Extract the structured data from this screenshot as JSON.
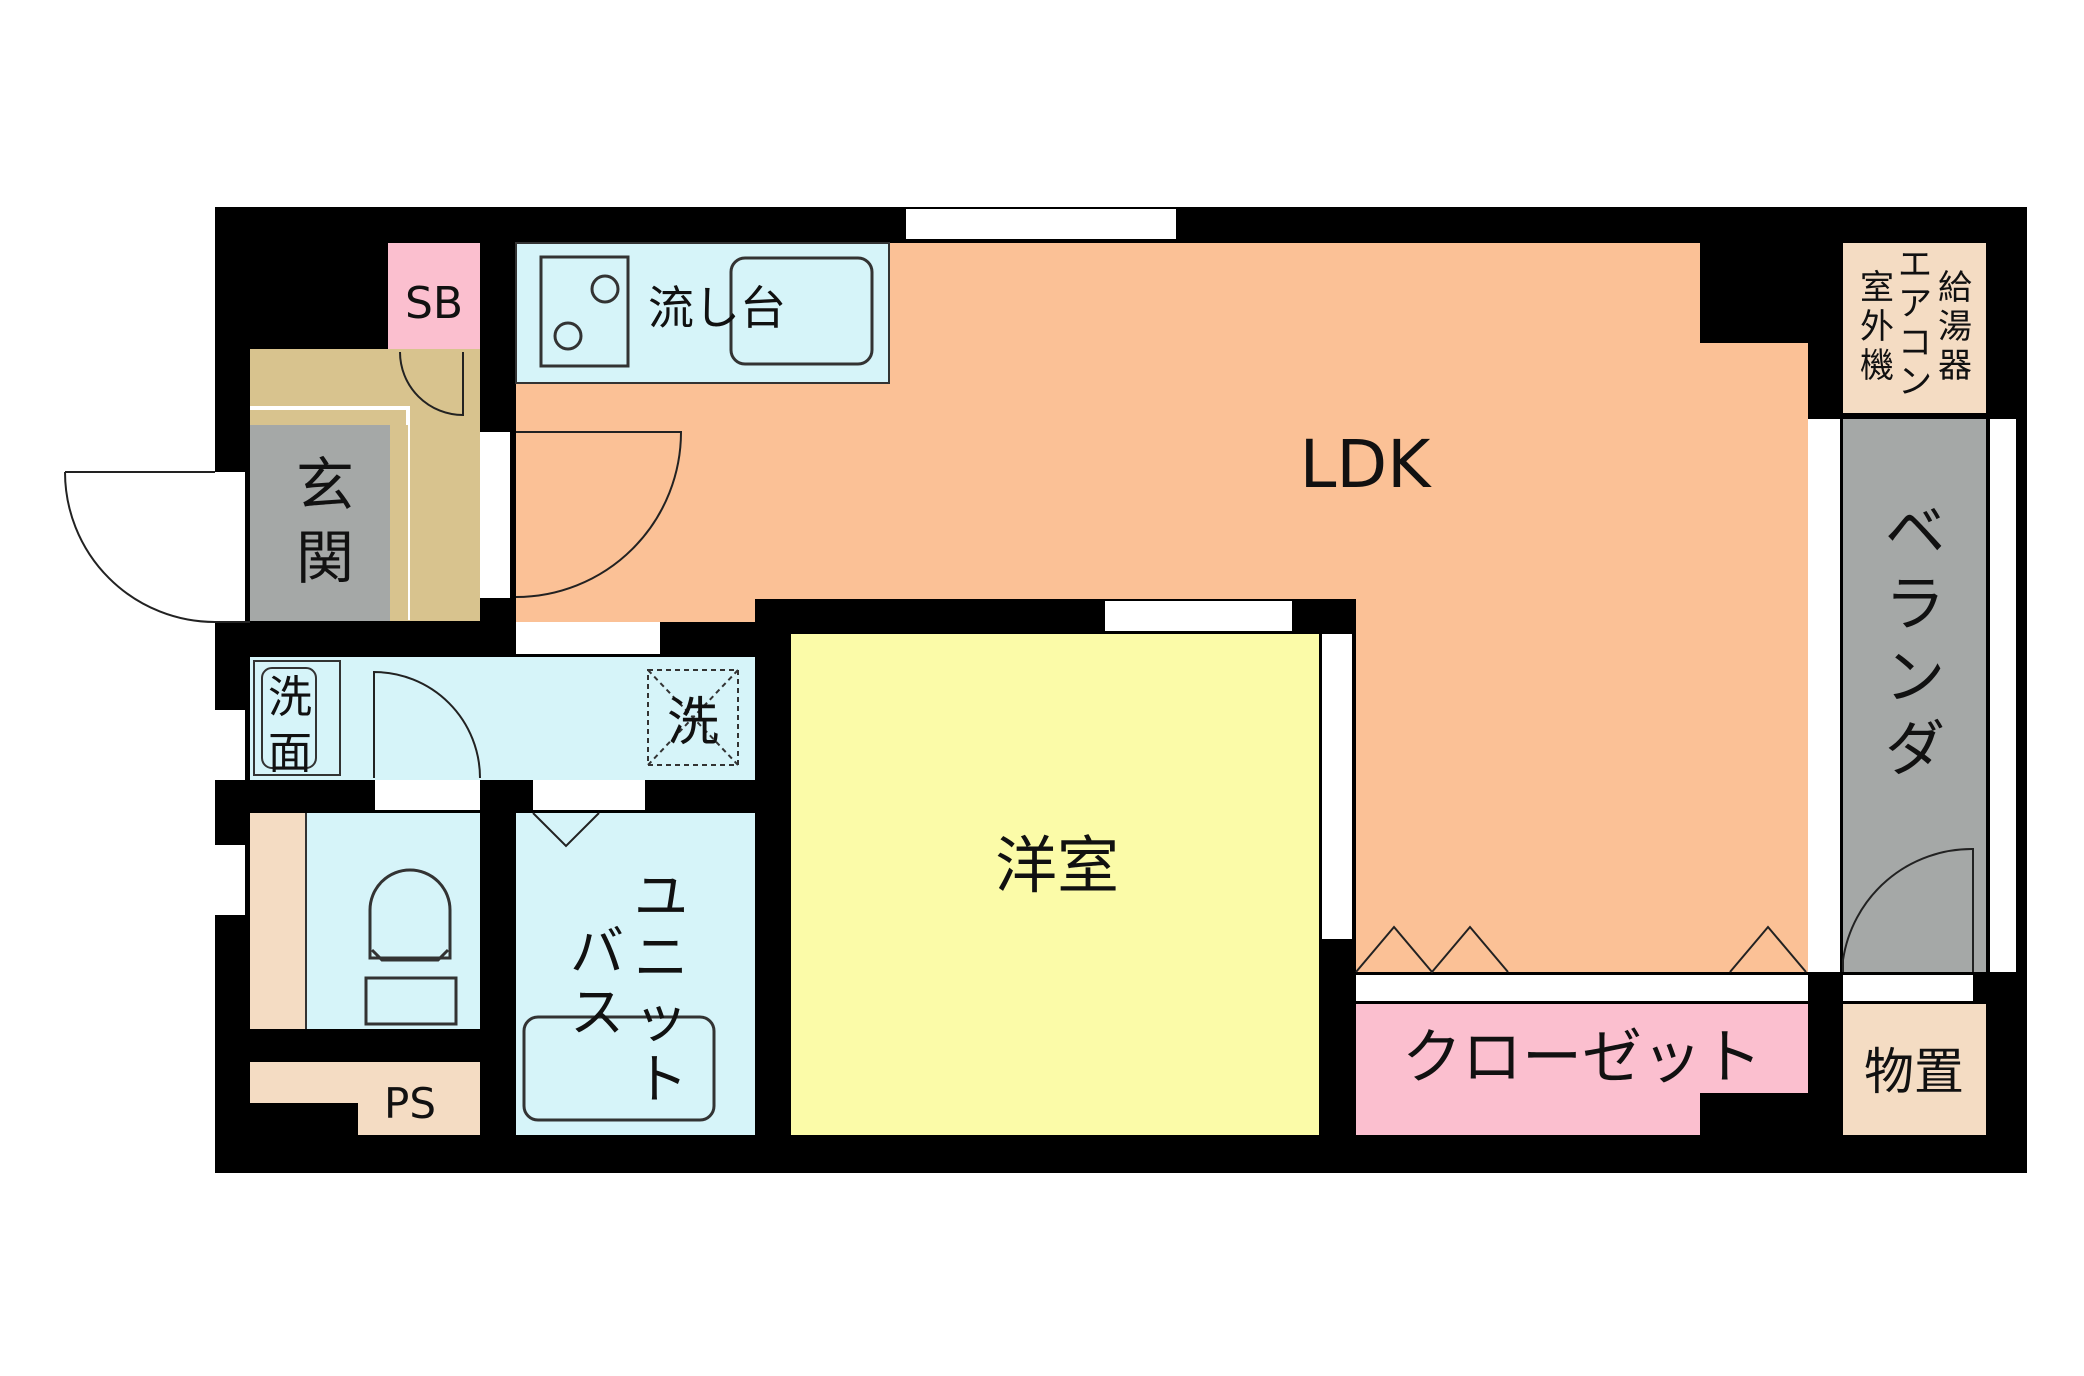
{
  "colors": {
    "wall": "#000000",
    "ldk": "#fbc196",
    "bedroom": "#fbfba8",
    "wet": "#d6f4f9",
    "entrance_floor": "#a5a8a7",
    "entrance_step": "#d8c38e",
    "sb": "#fbbfcf",
    "closet": "#fbbfcf",
    "veranda": "#a5a8a7",
    "utility": "#f4dcc3",
    "window": "#ffffff"
  },
  "rooms": {
    "ldk": "LDK",
    "bedroom": "洋室",
    "entrance": [
      "玄",
      "関"
    ],
    "veranda": [
      "ベ",
      "ラ",
      "ン",
      "ダ"
    ],
    "closet": "クローゼット",
    "storage": "物置",
    "sb": "SB",
    "ps": "PS",
    "kitchen_counter": "流し台",
    "unit_bath": [
      "ユ",
      "ニ",
      "ッ",
      "ト"
    ],
    "unit_bath_b": [
      "バ",
      "ス"
    ],
    "washbasin": [
      "洗",
      "面"
    ],
    "washing_machine": "洗",
    "outdoor_unit": {
      "col1": [
        "室",
        "外",
        "機"
      ],
      "col2": [
        "エ",
        "ア",
        "コ",
        "ン"
      ],
      "col3": [
        "給",
        "湯",
        "器"
      ]
    }
  }
}
